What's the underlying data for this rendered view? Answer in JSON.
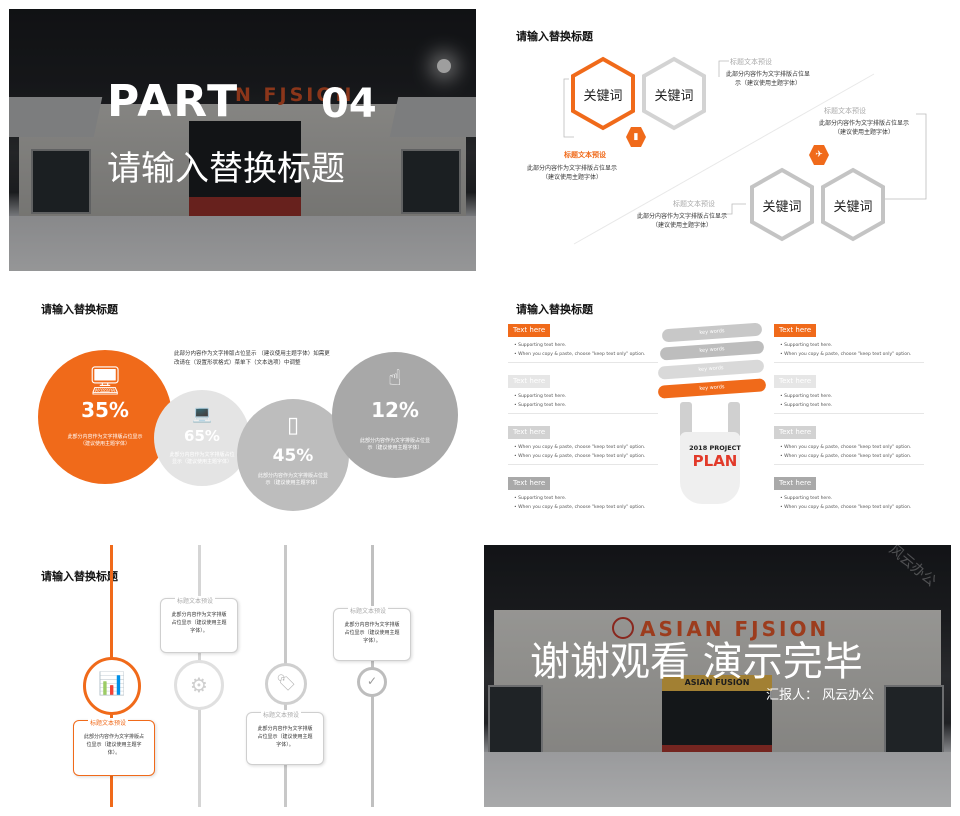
{
  "slide1": {
    "part_label": "PART",
    "part_number": "04",
    "subtitle": "请输入替换标题",
    "sign_text": "N FJSION"
  },
  "slide2": {
    "title": "请输入替换标题",
    "hex_labels": [
      "关键词",
      "关键词",
      "关键词",
      "关键词"
    ],
    "blocks": [
      {
        "label": "标题文本预设",
        "text": "此部分内容作为文字排版占位显示（建议使用主题字体）"
      },
      {
        "label": "标题文本预设",
        "text": "此部分内容作为文字排版占位显示（建议使用主题字体）"
      },
      {
        "label": "标题文本预设",
        "text": "此部分内容作为文字排版占位显示（建议使用主题字体）"
      },
      {
        "label": "标题文本预设",
        "text": "此部分内容作为文字排版占位显示（建议使用主题字体）"
      }
    ],
    "accent": "#f06a1a"
  },
  "slide3": {
    "title": "请输入替换标题",
    "top_text": "此部分内容作为文字排版占位显示 （建议使用主题字体）如需更改请在（设置形状格式）菜单下（文本选项）中调整",
    "circles": [
      {
        "percent": "35%",
        "text": "此部分内容作为文字排版占位显示（建议使用主题字体）",
        "icon": "computer-icon"
      },
      {
        "percent": "65%",
        "text": "此部分内容作为文字排版占位显示（建议使用主题字体）",
        "icon": "laptop-icon"
      },
      {
        "percent": "45%",
        "text": "此部分内容作为文字排版占位显示（建议使用主题字体）",
        "icon": "tablet-icon"
      },
      {
        "percent": "12%",
        "text": "此部分内容作为文字排版占位显示（建议使用主题字体）",
        "icon": "hand-touch-icon"
      }
    ]
  },
  "slide4": {
    "title": "请输入替换标题",
    "left_items": [
      {
        "header": "Text here",
        "b1": "Supporting text here.",
        "b2": "When you copy & paste, choose \"keep text only\" option."
      },
      {
        "header": "Text here",
        "b1": "Supporting text here.",
        "b2": "Supporting text here."
      },
      {
        "header": "Text here",
        "b1": "When you copy & paste, choose \"keep text only\" option.",
        "b2": "When you copy & paste, choose \"keep text only\" option."
      },
      {
        "header": "Text here",
        "b1": "Supporting text here.",
        "b2": "When you copy & paste, choose \"keep text only\" option."
      }
    ],
    "right_items": [
      {
        "header": "Text here",
        "b1": "Supporting text here.",
        "b2": "When you copy & paste, choose \"keep text only\" option."
      },
      {
        "header": "Text here",
        "b1": "Supporting text here.",
        "b2": "Supporting text here."
      },
      {
        "header": "Text here",
        "b1": "When you copy & paste, choose \"keep text only\" option.",
        "b2": "When you copy & paste, choose \"keep text only\" option."
      },
      {
        "header": "Text here",
        "b1": "Supporting text here.",
        "b2": "When you copy & paste, choose \"keep text only\" option."
      }
    ],
    "keywords": [
      "key words",
      "key words",
      "key words",
      "key words"
    ],
    "plan_year": "2018 PROJECT",
    "plan_word": "PLAN"
  },
  "slide5": {
    "title": "请输入替换标题",
    "cards": [
      {
        "label": "标题文本预设",
        "text": "此部分内容作为文字排版占位显示（建议使用主题字体）。"
      },
      {
        "label": "标题文本预设",
        "text": "此部分内容作为文字排版占位显示（建议使用主题字体）。"
      },
      {
        "label": "标题文本预设",
        "text": "此部分内容作为文字排版占位显示（建议使用主题字体）。"
      },
      {
        "label": "标题文本预设",
        "text": "此部分内容作为文字排版占位显示（建议使用主题字体）。"
      }
    ]
  },
  "slide6": {
    "thanks": "谢谢观看 演示完毕",
    "reporter": "汇报人：   风云办公",
    "sign_text": "ASIAN FJSION",
    "door_sign": "ASIAN FUSION",
    "watermark": "风云办公"
  }
}
